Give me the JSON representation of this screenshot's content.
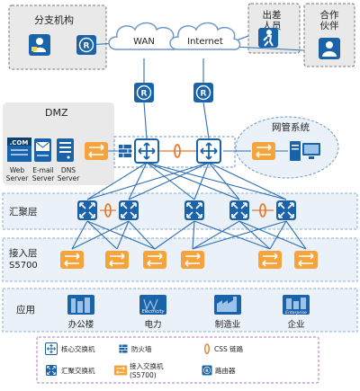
{
  "top": {
    "branch": "分支机构",
    "wan": "WAN",
    "internet": "Internet",
    "traveler_l1": "出差",
    "traveler_l2": "人员",
    "partner_l1": "合作",
    "partner_l2": "伙伴"
  },
  "dmz": {
    "title": "DMZ",
    "com_badge": ".COM",
    "servers": [
      {
        "l1": "Web",
        "l2": "Server"
      },
      {
        "l1": "E-mail",
        "l2": "Server"
      },
      {
        "l1": "DNS",
        "l2": "Server"
      }
    ]
  },
  "nms": {
    "title": "网管系统"
  },
  "layers": {
    "aggregation": "汇聚层",
    "access_l1": "接入层",
    "access_l2": "S5700",
    "apps": "应用"
  },
  "apps": [
    {
      "label": "办公楼",
      "badge": ""
    },
    {
      "label": "电力",
      "badge": "Electricity"
    },
    {
      "label": "制造业",
      "badge": ""
    },
    {
      "label": "企业",
      "badge": "Enterprise"
    }
  ],
  "legend": {
    "core_switch": "核心交换机",
    "firewall": "防火墙",
    "css_link": "CSS 链路",
    "agg_switch": "汇聚交换机",
    "access_l1": "接入交换机",
    "access_l2": "(S5700)",
    "router": "路由器"
  },
  "colors": {
    "device_blue": "#1a63a8",
    "access_orange": "#f5a33b",
    "panel_grey": "#e9e9e9",
    "layer_band": "#eaf1f8",
    "line_blue": "#2f6fb2",
    "css_orange": "#e8782a",
    "legend_border": "#b070c0"
  }
}
